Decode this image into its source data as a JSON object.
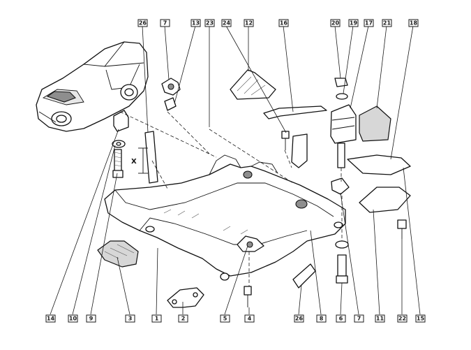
{
  "labels_bottom": [
    "14",
    "10",
    "9",
    "3",
    "1",
    "2",
    "5",
    "4",
    "26",
    "8",
    "6",
    "7",
    "11",
    "22",
    "15"
  ],
  "labels_top": [
    "26",
    "7",
    "13",
    "23",
    "24",
    "12",
    "16",
    "20",
    "19",
    "17",
    "21",
    "18"
  ],
  "dimension_label": "X"
}
